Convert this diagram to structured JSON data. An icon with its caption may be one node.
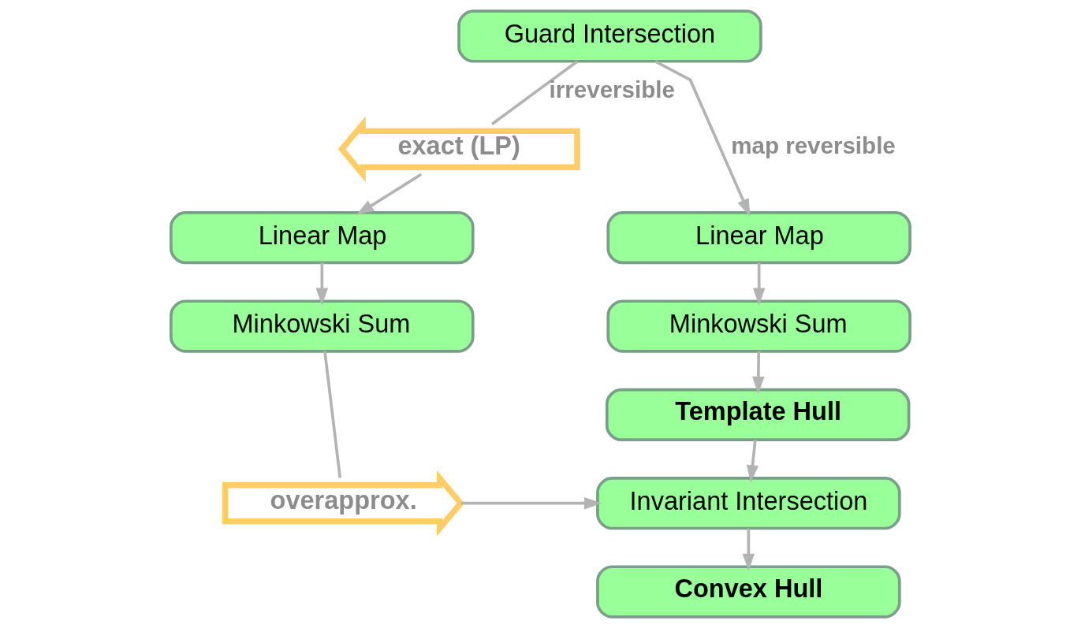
{
  "diagram": {
    "nodes": [
      {
        "text": [
          "Guard Intersection"
        ]
      },
      {
        "text": [
          "exact (LP)"
        ]
      },
      {
        "text": [
          "Linear Map"
        ]
      },
      {
        "text": [
          "Linear Map"
        ]
      },
      {
        "text": [
          "Minkowski Sum"
        ]
      },
      {
        "text": [
          "Minkowski Sum"
        ]
      },
      {
        "text": [
          "Template Hull"
        ]
      },
      {
        "text": [
          "overapprox."
        ]
      },
      {
        "text": [
          "Invariant Intersection"
        ]
      },
      {
        "text": [
          "Convex Hull"
        ]
      }
    ],
    "edges": [
      {
        "from": 0,
        "to": 1,
        "arrow": "none",
        "label": "irreversible"
      },
      {
        "from": 1,
        "to": 2,
        "arrow": "to"
      },
      {
        "from": 0,
        "to": 3,
        "arrow": "to",
        "label": "map reversible"
      },
      {
        "from": 2,
        "to": 4,
        "arrow": "to"
      },
      {
        "from": 3,
        "to": 5,
        "arrow": "to"
      },
      {
        "from": 5,
        "to": 6,
        "arrow": "to"
      },
      {
        "from": 6,
        "to": 8,
        "arrow": "to"
      },
      {
        "from": 4,
        "to": 7,
        "arrow": "none"
      },
      {
        "from": 7,
        "to": 8,
        "arrow": "to"
      },
      {
        "from": 8,
        "to": 9,
        "arrow": "to"
      }
    ]
  }
}
